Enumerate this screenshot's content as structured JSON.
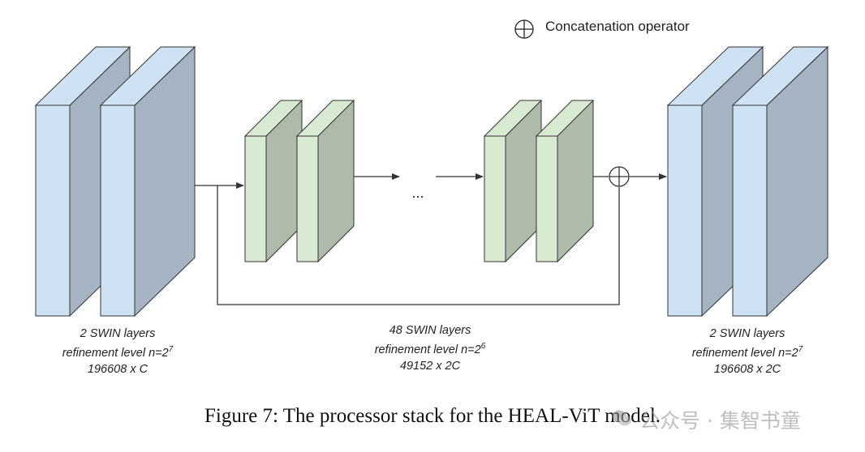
{
  "legend": {
    "icon": "circled-plus-icon",
    "label": "Concatenation operator"
  },
  "ellipsis": "...",
  "blocks": [
    {
      "line1": "2 SWIN layers",
      "line2_base": "refinement level n=2",
      "line2_exp": "7",
      "line3": "196608 x C"
    },
    {
      "line1": "48 SWIN layers",
      "line2_base": "refinement level n=2",
      "line2_exp": "6",
      "line3": "49152 x 2C"
    },
    {
      "line1": "2 SWIN layers",
      "line2_base": "refinement level n=2",
      "line2_exp": "7",
      "line3": "196608 x 2C"
    }
  ],
  "caption": "Figure 7: The processor stack for the HEAL-ViT model.",
  "watermark": "公众号 · 集智书童",
  "colors": {
    "blue_front": "#cfe2f3",
    "blue_side": "#a4b4c3",
    "green_front": "#d9ead3",
    "green_side": "#adbba8",
    "edge": "#333333"
  }
}
